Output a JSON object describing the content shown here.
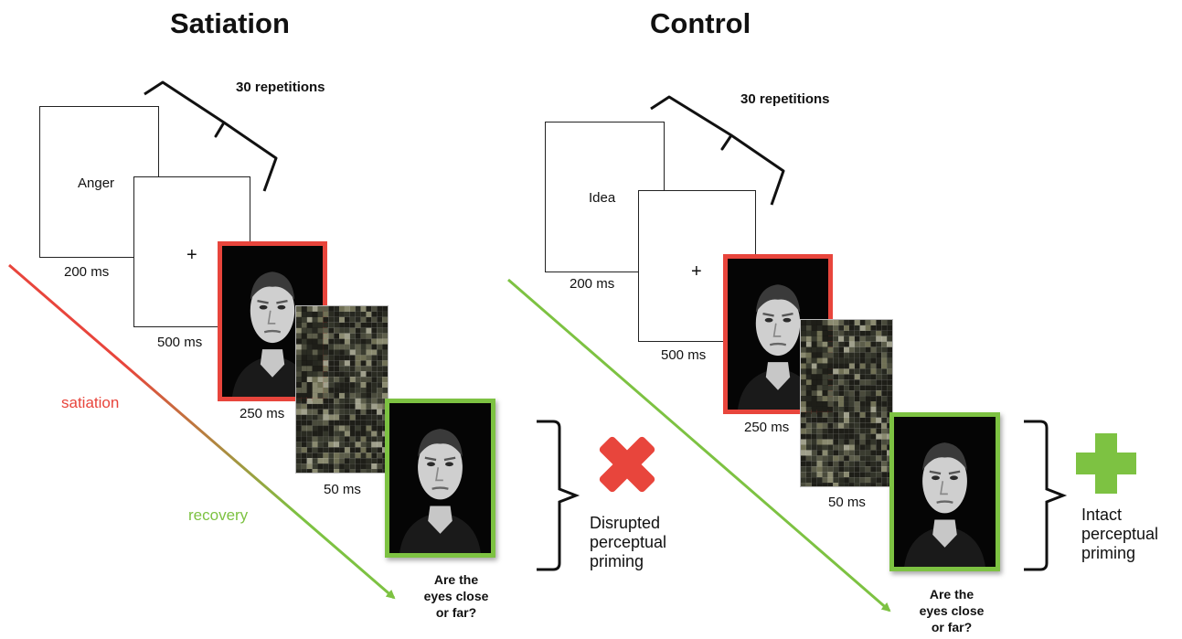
{
  "colors": {
    "satiation_red": "#e8453c",
    "recovery_green": "#7dc242"
  },
  "icons": {
    "disrupted": "red-x-icon",
    "intact": "green-plus-icon"
  },
  "satiation": {
    "title": "Satiation",
    "repetitions": "30 repetitions",
    "word": "Anger",
    "fixation": "+",
    "t_word": "200 ms",
    "t_fixation": "500 ms",
    "t_face": "250 ms",
    "t_mask": "50 ms",
    "question": "Are the\neyes close\nor far?",
    "outcome": "Disrupted\nperceptual\npriming",
    "label_satiation": "satiation",
    "label_recovery": "recovery"
  },
  "control": {
    "title": "Control",
    "repetitions": "30 repetitions",
    "word": "Idea",
    "fixation": "+",
    "t_word": "200 ms",
    "t_fixation": "500 ms",
    "t_face": "250 ms",
    "t_mask": "50 ms",
    "question": "Are the\neyes close\nor far?",
    "outcome": "Intact\nperceptual\npriming"
  }
}
